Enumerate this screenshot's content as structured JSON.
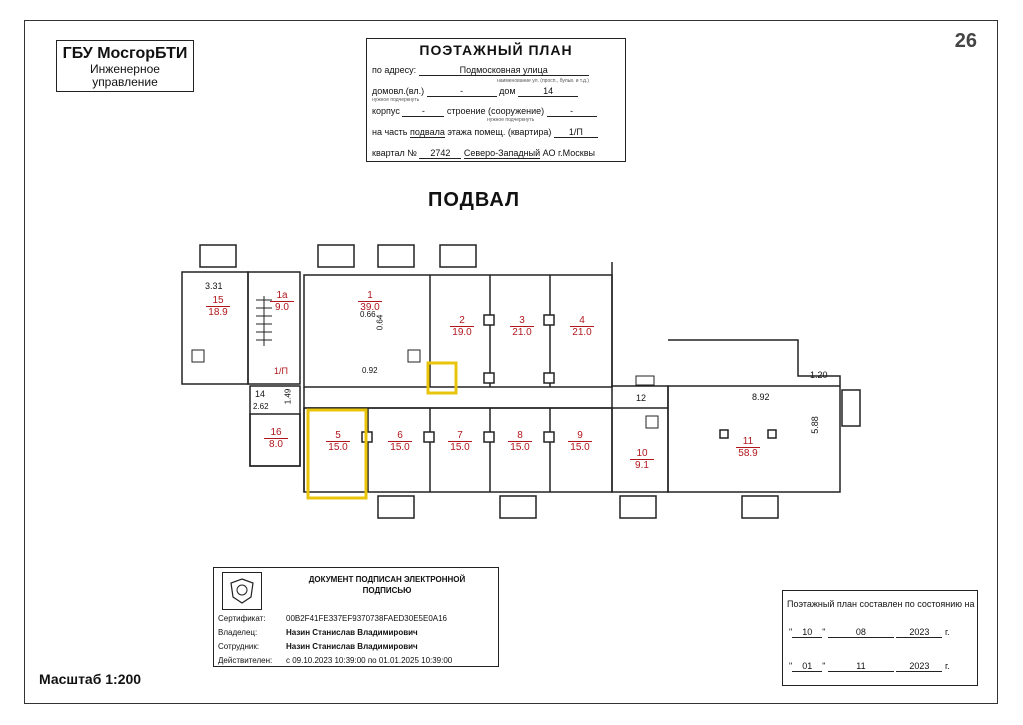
{
  "organization": {
    "name": "ГБУ МосгорБТИ",
    "subtitle_1": "Инженерное",
    "subtitle_2": "управление"
  },
  "page_number": "26",
  "title_block": {
    "heading": "ПОЭТАЖНЫЙ ПЛАН",
    "address_label": "по адресу:",
    "address_value": "Подмосковная улица",
    "address_hint": "наименование ул. (просп., бульв. и т.д.)",
    "house_label": "домовл.(вл.)",
    "house_value": "-",
    "dom_label": "дом",
    "dom_value": "14",
    "house_hint": "нужное подчеркнуть",
    "korpus_label": "корпус",
    "korpus_value": "-",
    "building_label": "строение (сооружение)",
    "building_value": "-",
    "building_hint": "нужное подчеркнуть",
    "part_label": "на часть",
    "part_underlined": "подвала",
    "part_rest": "этажа помещ. (квартира)",
    "part_value": "1/П",
    "quarter_label": "квартал №",
    "quarter_value": "2742",
    "district": "Северо-Западный",
    "ao": "АО г.Москвы"
  },
  "floor_title": "ПОДВАЛ",
  "rooms": [
    {
      "num": "15",
      "area": "18.9"
    },
    {
      "num": "1а",
      "area": "9.0"
    },
    {
      "num": "1",
      "area": "39.0"
    },
    {
      "num": "2",
      "area": "19.0"
    },
    {
      "num": "3",
      "area": "21.0"
    },
    {
      "num": "4",
      "area": "21.0"
    },
    {
      "num": "16",
      "area": "8.0"
    },
    {
      "num": "5",
      "area": "15.0"
    },
    {
      "num": "6",
      "area": "15.0"
    },
    {
      "num": "7",
      "area": "15.0"
    },
    {
      "num": "8",
      "area": "15.0"
    },
    {
      "num": "9",
      "area": "15.0"
    },
    {
      "num": "10",
      "area": "9.1"
    },
    {
      "num": "11",
      "area": "58.9"
    }
  ],
  "dims": {
    "d331": "3.31",
    "d066": "0.66",
    "d064": "0.64",
    "d092": "0.92",
    "d14": "14",
    "d262": "2.62",
    "d149": "1.49",
    "d12": "12",
    "d892": "8.92",
    "d120": "1.20",
    "d588": "5.88",
    "d1p": "1/П"
  },
  "signature": {
    "header_1": "ДОКУМЕНТ ПОДПИСАН ЭЛЕКТРОННОЙ",
    "header_2": "ПОДПИСЬЮ",
    "cert_label": "Сертификат:",
    "cert_value": "00B2F41FE337EF9370738FAED30E5E0A16",
    "owner_label": "Владелец:",
    "owner_value": "Назин Станислав Владимирович",
    "employee_label": "Сотрудник:",
    "employee_value": "Назин Станислав Владимирович",
    "valid_label": "Действителен:",
    "valid_value": "с 09.10.2023 10:39:00 по 01.01.2025 10:39:00"
  },
  "scale": "Масштаб 1:200",
  "state_block": {
    "heading": "Поэтажный план составлен по состоянию на",
    "d1": "10",
    "m1": "08",
    "y1": "2023",
    "d2": "01",
    "m2": "11",
    "y2": "2023",
    "g": "г."
  },
  "colors": {
    "highlight": "#e8c40a",
    "room_label": "#b0161c",
    "wall": "#222222"
  }
}
